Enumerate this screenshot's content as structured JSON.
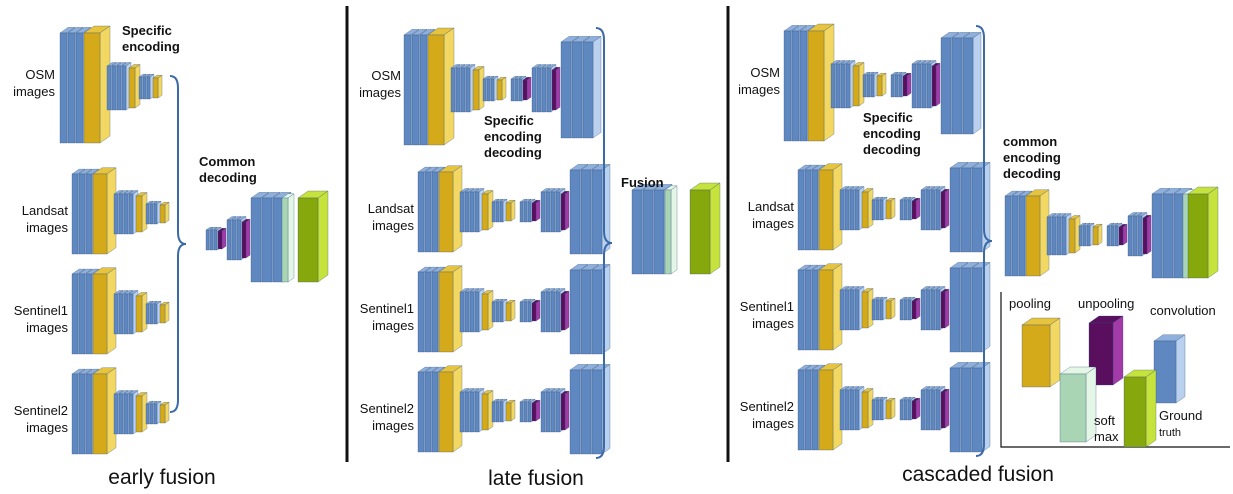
{
  "colors": {
    "conv_front": "#5f88c0",
    "conv_side": "#b9d0ee",
    "conv_top": "#8fb0dc",
    "pool_front": "#d4aa1a",
    "pool_side": "#f2d862",
    "pool_top": "#e6c440",
    "unpool_front": "#5a0f5e",
    "unpool_side": "#a23aa8",
    "softmax_front": "#a9d5b5",
    "softmax_side": "#e4f7e7",
    "gt_front": "#86a80c",
    "gt_side": "#c6e23c",
    "brace": "#3a6aa8",
    "divider": "#111111"
  },
  "panels": {
    "early": {
      "caption": "early fusion",
      "specific_label": [
        "Specific",
        "encoding"
      ],
      "common_label": [
        "Common",
        "decoding"
      ]
    },
    "late": {
      "caption": "late fusion",
      "specific_label": [
        "Specific",
        "encoding",
        "decoding"
      ],
      "fusion_label": "Fusion"
    },
    "cascaded": {
      "caption": "cascaded fusion",
      "specific_label": [
        "Specific",
        "encoding",
        "decoding"
      ],
      "common_label": [
        "common",
        "encoding",
        "decoding"
      ]
    }
  },
  "inputs": [
    {
      "key": "osm",
      "lines": [
        "OSM",
        "images"
      ]
    },
    {
      "key": "landsat",
      "lines": [
        "Landsat",
        "images"
      ]
    },
    {
      "key": "sentinel1",
      "lines": [
        "Sentinel1",
        "images"
      ]
    },
    {
      "key": "sentinel2",
      "lines": [
        "Sentinel2",
        "images"
      ]
    }
  ],
  "legend": {
    "pooling": "pooling",
    "unpooling": "unpooling",
    "convolution": "convolution",
    "softmax": [
      "soft",
      "max"
    ],
    "ground_truth": [
      "Ground",
      "truth"
    ]
  }
}
